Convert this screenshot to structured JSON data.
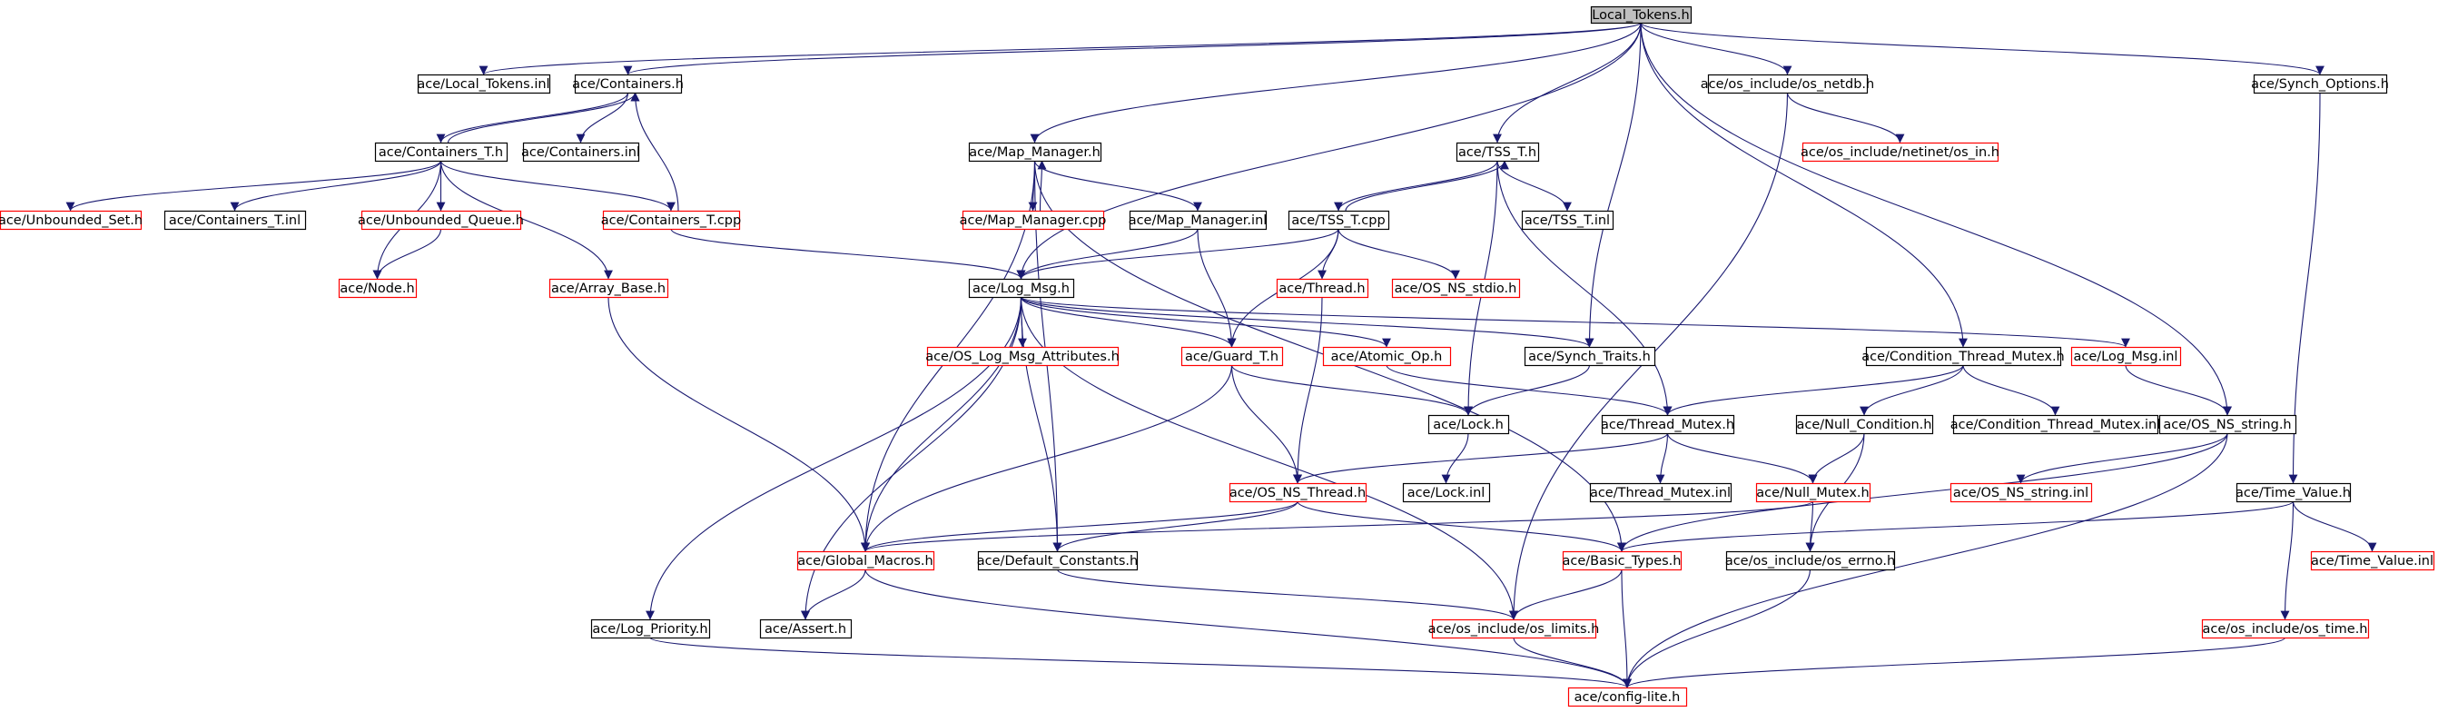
{
  "colors": {
    "edge": "#191970",
    "root_fill": "#bfbfbf",
    "documented_border": "#000000",
    "undocumented_border": "#ff0000",
    "background": "#ffffff"
  },
  "nodes": [
    {
      "id": "root",
      "label": "Local_Tokens.h",
      "kind": "root"
    },
    {
      "id": "local_tokens_inl",
      "label": "ace/Local_Tokens.inl",
      "kind": "doc"
    },
    {
      "id": "containers_h",
      "label": "ace/Containers.h",
      "kind": "doc"
    },
    {
      "id": "map_manager_h",
      "label": "ace/Map_Manager.h",
      "kind": "doc"
    },
    {
      "id": "tss_t_h",
      "label": "ace/TSS_T.h",
      "kind": "doc"
    },
    {
      "id": "os_netdb_h",
      "label": "ace/os_include/os_netdb.h",
      "kind": "doc"
    },
    {
      "id": "synch_options_h",
      "label": "ace/Synch_Options.h",
      "kind": "doc"
    },
    {
      "id": "containers_t_h",
      "label": "ace/Containers_T.h",
      "kind": "doc"
    },
    {
      "id": "containers_inl",
      "label": "ace/Containers.inl",
      "kind": "doc"
    },
    {
      "id": "unbounded_set_h",
      "label": "ace/Unbounded_Set.h",
      "kind": "undoc"
    },
    {
      "id": "containers_t_inl",
      "label": "ace/Containers_T.inl",
      "kind": "doc"
    },
    {
      "id": "unbounded_queue_h",
      "label": "ace/Unbounded_Queue.h",
      "kind": "undoc"
    },
    {
      "id": "containers_t_cpp",
      "label": "ace/Containers_T.cpp",
      "kind": "undoc"
    },
    {
      "id": "node_h",
      "label": "ace/Node.h",
      "kind": "undoc"
    },
    {
      "id": "array_base_h",
      "label": "ace/Array_Base.h",
      "kind": "undoc"
    },
    {
      "id": "map_manager_cpp",
      "label": "ace/Map_Manager.cpp",
      "kind": "undoc"
    },
    {
      "id": "map_manager_inl",
      "label": "ace/Map_Manager.inl",
      "kind": "doc"
    },
    {
      "id": "tss_t_cpp",
      "label": "ace/TSS_T.cpp",
      "kind": "doc"
    },
    {
      "id": "tss_t_inl",
      "label": "ace/TSS_T.inl",
      "kind": "doc"
    },
    {
      "id": "netinet_in_h",
      "label": "ace/os_include/netinet/os_in.h",
      "kind": "undoc"
    },
    {
      "id": "log_msg_h",
      "label": "ace/Log_Msg.h",
      "kind": "doc"
    },
    {
      "id": "thread_h",
      "label": "ace/Thread.h",
      "kind": "undoc"
    },
    {
      "id": "os_ns_stdio_h",
      "label": "ace/OS_NS_stdio.h",
      "kind": "undoc"
    },
    {
      "id": "os_log_msg_attr_h",
      "label": "ace/OS_Log_Msg_Attributes.h",
      "kind": "undoc"
    },
    {
      "id": "guard_t_h",
      "label": "ace/Guard_T.h",
      "kind": "undoc"
    },
    {
      "id": "atomic_op_h",
      "label": "ace/Atomic_Op.h",
      "kind": "undoc"
    },
    {
      "id": "synch_traits_h",
      "label": "ace/Synch_Traits.h",
      "kind": "doc"
    },
    {
      "id": "cond_thread_mutex_h",
      "label": "ace/Condition_Thread_Mutex.h",
      "kind": "doc"
    },
    {
      "id": "log_msg_inl",
      "label": "ace/Log_Msg.inl",
      "kind": "undoc"
    },
    {
      "id": "lock_h",
      "label": "ace/Lock.h",
      "kind": "doc"
    },
    {
      "id": "thread_mutex_h",
      "label": "ace/Thread_Mutex.h",
      "kind": "doc"
    },
    {
      "id": "null_condition_h",
      "label": "ace/Null_Condition.h",
      "kind": "doc"
    },
    {
      "id": "cond_thread_mutex_inl",
      "label": "ace/Condition_Thread_Mutex.inl",
      "kind": "doc"
    },
    {
      "id": "os_ns_string_h",
      "label": "ace/OS_NS_string.h",
      "kind": "doc"
    },
    {
      "id": "os_ns_thread_h",
      "label": "ace/OS_NS_Thread.h",
      "kind": "undoc"
    },
    {
      "id": "lock_inl",
      "label": "ace/Lock.inl",
      "kind": "doc"
    },
    {
      "id": "thread_mutex_inl",
      "label": "ace/Thread_Mutex.inl",
      "kind": "doc"
    },
    {
      "id": "null_mutex_h",
      "label": "ace/Null_Mutex.h",
      "kind": "undoc"
    },
    {
      "id": "os_ns_string_inl",
      "label": "ace/OS_NS_string.inl",
      "kind": "undoc"
    },
    {
      "id": "time_value_h",
      "label": "ace/Time_Value.h",
      "kind": "doc"
    },
    {
      "id": "global_macros_h",
      "label": "ace/Global_Macros.h",
      "kind": "undoc"
    },
    {
      "id": "default_constants_h",
      "label": "ace/Default_Constants.h",
      "kind": "doc"
    },
    {
      "id": "basic_types_h",
      "label": "ace/Basic_Types.h",
      "kind": "undoc"
    },
    {
      "id": "os_errno_h",
      "label": "ace/os_include/os_errno.h",
      "kind": "doc"
    },
    {
      "id": "time_value_inl",
      "label": "ace/Time_Value.inl",
      "kind": "undoc"
    },
    {
      "id": "log_priority_h",
      "label": "ace/Log_Priority.h",
      "kind": "doc"
    },
    {
      "id": "assert_h",
      "label": "ace/Assert.h",
      "kind": "doc"
    },
    {
      "id": "os_limits_h",
      "label": "ace/os_include/os_limits.h",
      "kind": "undoc"
    },
    {
      "id": "os_time_h",
      "label": "ace/os_include/os_time.h",
      "kind": "undoc"
    },
    {
      "id": "config_lite_h",
      "label": "ace/config-lite.h",
      "kind": "undoc"
    }
  ],
  "edges": [
    [
      "root",
      "local_tokens_inl"
    ],
    [
      "root",
      "containers_h"
    ],
    [
      "root",
      "map_manager_h"
    ],
    [
      "root",
      "tss_t_h"
    ],
    [
      "root",
      "os_netdb_h"
    ],
    [
      "root",
      "synch_options_h"
    ],
    [
      "root",
      "log_msg_h"
    ],
    [
      "root",
      "synch_traits_h"
    ],
    [
      "root",
      "cond_thread_mutex_h"
    ],
    [
      "root",
      "os_ns_string_h"
    ],
    [
      "containers_h",
      "containers_t_h"
    ],
    [
      "containers_h",
      "containers_inl"
    ],
    [
      "containers_t_h",
      "containers_h"
    ],
    [
      "containers_t_h",
      "unbounded_set_h"
    ],
    [
      "containers_t_h",
      "containers_t_inl"
    ],
    [
      "containers_t_h",
      "unbounded_queue_h"
    ],
    [
      "containers_t_h",
      "containers_t_cpp"
    ],
    [
      "containers_t_h",
      "node_h"
    ],
    [
      "containers_t_h",
      "array_base_h"
    ],
    [
      "unbounded_queue_h",
      "node_h"
    ],
    [
      "containers_t_cpp",
      "containers_h"
    ],
    [
      "containers_t_cpp",
      "log_msg_h"
    ],
    [
      "array_base_h",
      "global_macros_h"
    ],
    [
      "map_manager_h",
      "map_manager_cpp"
    ],
    [
      "map_manager_h",
      "map_manager_inl"
    ],
    [
      "map_manager_h",
      "global_macros_h"
    ],
    [
      "map_manager_h",
      "default_constants_h"
    ],
    [
      "map_manager_h",
      "basic_types_h"
    ],
    [
      "map_manager_cpp",
      "map_manager_h"
    ],
    [
      "map_manager_inl",
      "log_msg_h"
    ],
    [
      "map_manager_inl",
      "guard_t_h"
    ],
    [
      "tss_t_h",
      "tss_t_cpp"
    ],
    [
      "tss_t_h",
      "tss_t_inl"
    ],
    [
      "tss_t_h",
      "lock_h"
    ],
    [
      "tss_t_h",
      "thread_mutex_h"
    ],
    [
      "tss_t_cpp",
      "tss_t_h"
    ],
    [
      "tss_t_cpp",
      "log_msg_h"
    ],
    [
      "tss_t_cpp",
      "thread_h"
    ],
    [
      "tss_t_cpp",
      "os_ns_stdio_h"
    ],
    [
      "tss_t_cpp",
      "guard_t_h"
    ],
    [
      "os_netdb_h",
      "netinet_in_h"
    ],
    [
      "os_netdb_h",
      "os_limits_h"
    ],
    [
      "synch_options_h",
      "time_value_h"
    ],
    [
      "log_msg_h",
      "os_log_msg_attr_h"
    ],
    [
      "log_msg_h",
      "guard_t_h"
    ],
    [
      "log_msg_h",
      "atomic_op_h"
    ],
    [
      "log_msg_h",
      "synch_traits_h"
    ],
    [
      "log_msg_h",
      "log_msg_inl"
    ],
    [
      "log_msg_h",
      "global_macros_h"
    ],
    [
      "log_msg_h",
      "default_constants_h"
    ],
    [
      "log_msg_h",
      "log_priority_h"
    ],
    [
      "log_msg_h",
      "assert_h"
    ],
    [
      "log_msg_h",
      "os_limits_h"
    ],
    [
      "thread_h",
      "os_ns_thread_h"
    ],
    [
      "guard_t_h",
      "lock_h"
    ],
    [
      "guard_t_h",
      "os_ns_thread_h"
    ],
    [
      "guard_t_h",
      "global_macros_h"
    ],
    [
      "atomic_op_h",
      "thread_mutex_h"
    ],
    [
      "synch_traits_h",
      "lock_h"
    ],
    [
      "cond_thread_mutex_h",
      "thread_mutex_h"
    ],
    [
      "cond_thread_mutex_h",
      "null_condition_h"
    ],
    [
      "cond_thread_mutex_h",
      "cond_thread_mutex_inl"
    ],
    [
      "log_msg_inl",
      "os_ns_string_h"
    ],
    [
      "lock_h",
      "lock_inl"
    ],
    [
      "thread_mutex_h",
      "os_ns_thread_h"
    ],
    [
      "thread_mutex_h",
      "thread_mutex_inl"
    ],
    [
      "thread_mutex_h",
      "null_mutex_h"
    ],
    [
      "null_condition_h",
      "null_mutex_h"
    ],
    [
      "null_condition_h",
      "os_errno_h"
    ],
    [
      "os_ns_string_h",
      "os_ns_string_inl"
    ],
    [
      "os_ns_string_h",
      "basic_types_h"
    ],
    [
      "os_ns_string_h",
      "config_lite_h"
    ],
    [
      "os_ns_thread_h",
      "global_macros_h"
    ],
    [
      "os_ns_thread_h",
      "default_constants_h"
    ],
    [
      "os_ns_thread_h",
      "basic_types_h"
    ],
    [
      "null_mutex_h",
      "global_macros_h"
    ],
    [
      "null_mutex_h",
      "os_errno_h"
    ],
    [
      "time_value_h",
      "basic_types_h"
    ],
    [
      "time_value_h",
      "time_value_inl"
    ],
    [
      "time_value_h",
      "os_time_h"
    ],
    [
      "global_macros_h",
      "assert_h"
    ],
    [
      "global_macros_h",
      "config_lite_h"
    ],
    [
      "default_constants_h",
      "os_limits_h"
    ],
    [
      "basic_types_h",
      "os_limits_h"
    ],
    [
      "basic_types_h",
      "config_lite_h"
    ],
    [
      "os_errno_h",
      "config_lite_h"
    ],
    [
      "log_priority_h",
      "config_lite_h"
    ],
    [
      "os_limits_h",
      "config_lite_h"
    ],
    [
      "os_time_h",
      "config_lite_h"
    ]
  ]
}
